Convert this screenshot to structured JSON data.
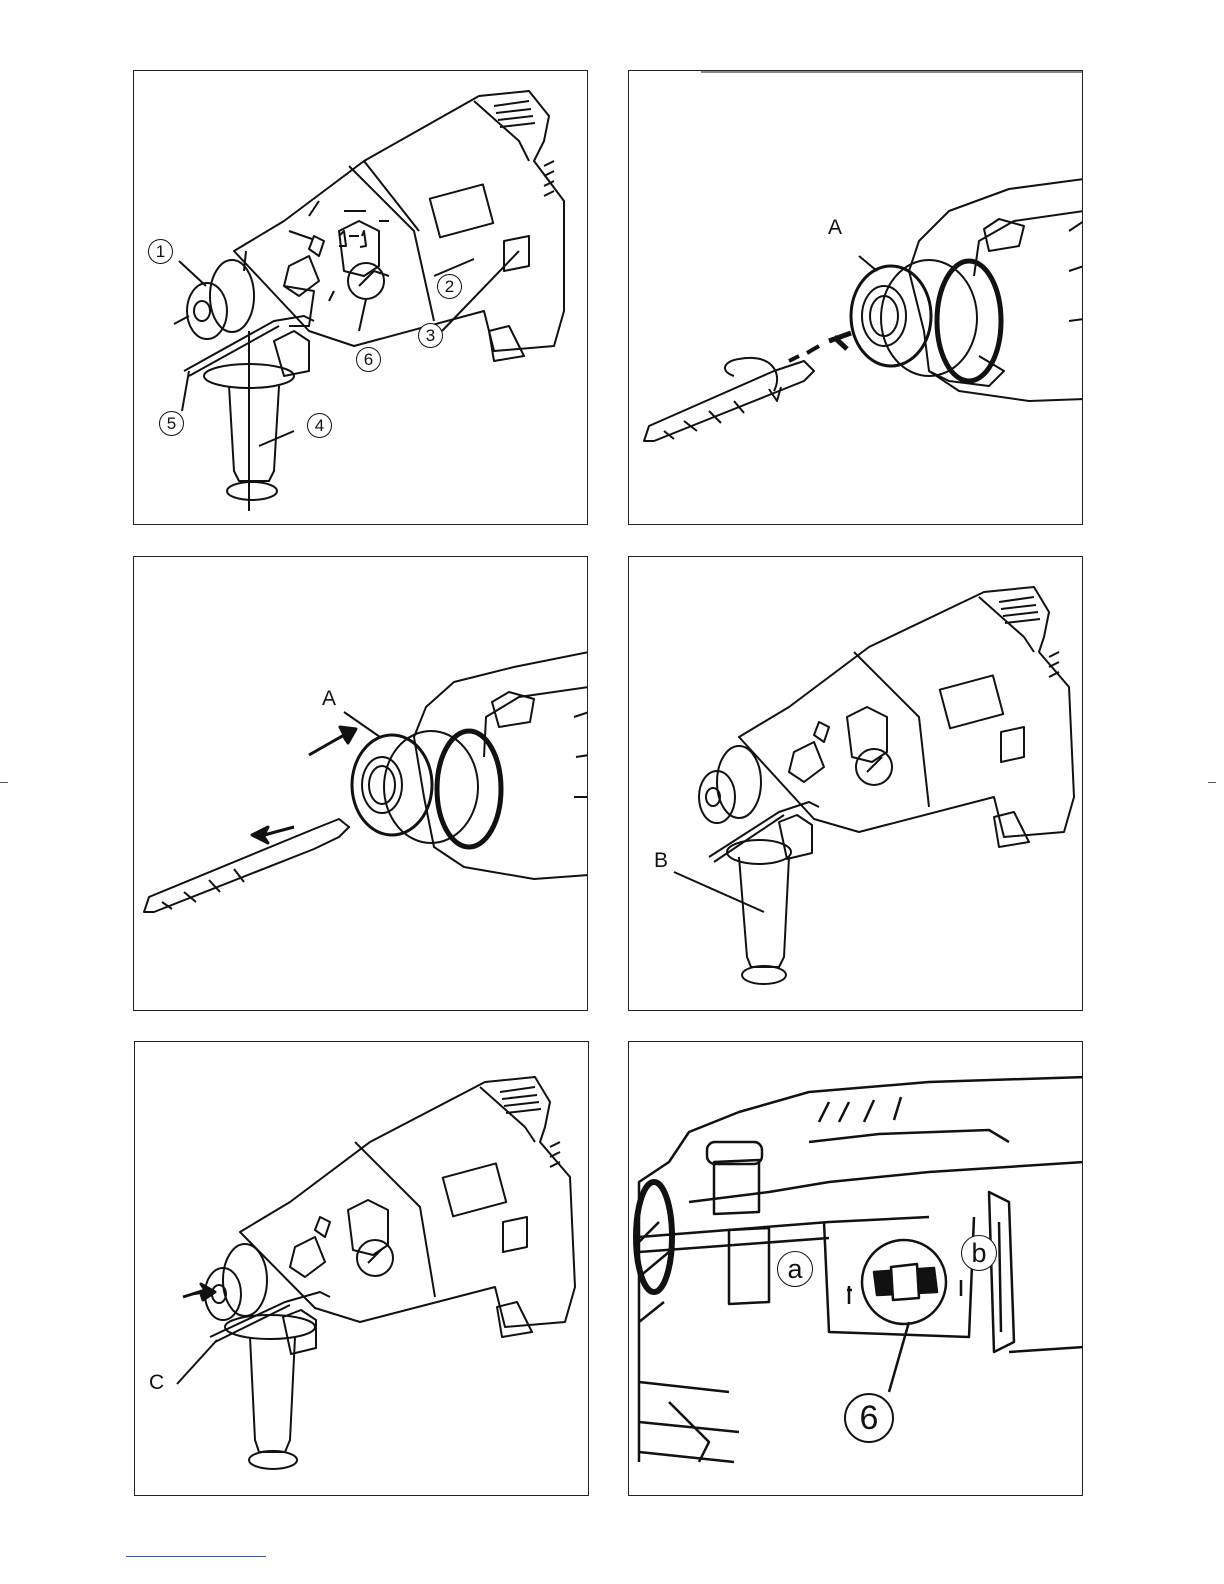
{
  "panels": [
    {
      "id": "panel-1",
      "labels": [
        "1",
        "2",
        "3",
        "4",
        "5",
        "6"
      ]
    },
    {
      "id": "panel-2",
      "labels": [
        "A"
      ]
    },
    {
      "id": "panel-3",
      "labels": [
        "A"
      ]
    },
    {
      "id": "panel-4",
      "labels": [
        "B"
      ]
    },
    {
      "id": "panel-5",
      "labels": [
        "C"
      ]
    },
    {
      "id": "panel-6",
      "labels": [
        "a",
        "b",
        "6"
      ]
    }
  ]
}
